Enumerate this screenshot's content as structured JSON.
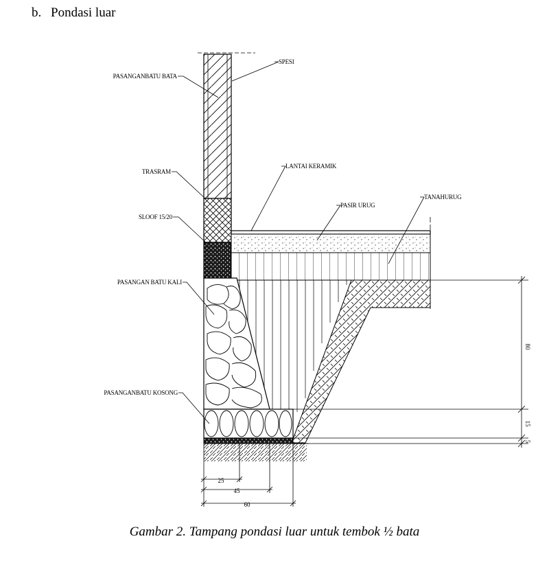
{
  "heading": {
    "letter": "b.",
    "text": "Pondasi luar"
  },
  "labels": {
    "pasangan_batu_bata": "PASANGANBATU BATA",
    "spesi": "SPESI",
    "trasram": "TRASRAM",
    "lantai_keramik": "LANTAI KERAMIK",
    "pasir_urug": "PASIR URUG",
    "tanah_urug": "TANAHURUG",
    "sloof": "SLOOF 15/20",
    "pasangan_batu_kali": "PASANGAN BATU KALI",
    "pasangan_batu_kosong": "PASANGANBATU KOSONG"
  },
  "dimensions": {
    "d25": "25",
    "d45": "45",
    "d60": "60",
    "d80": "80",
    "d15": "15",
    "d5": "5"
  },
  "caption": "Gambar 2. Tampang pondasi luar untuk tembok ½ bata"
}
